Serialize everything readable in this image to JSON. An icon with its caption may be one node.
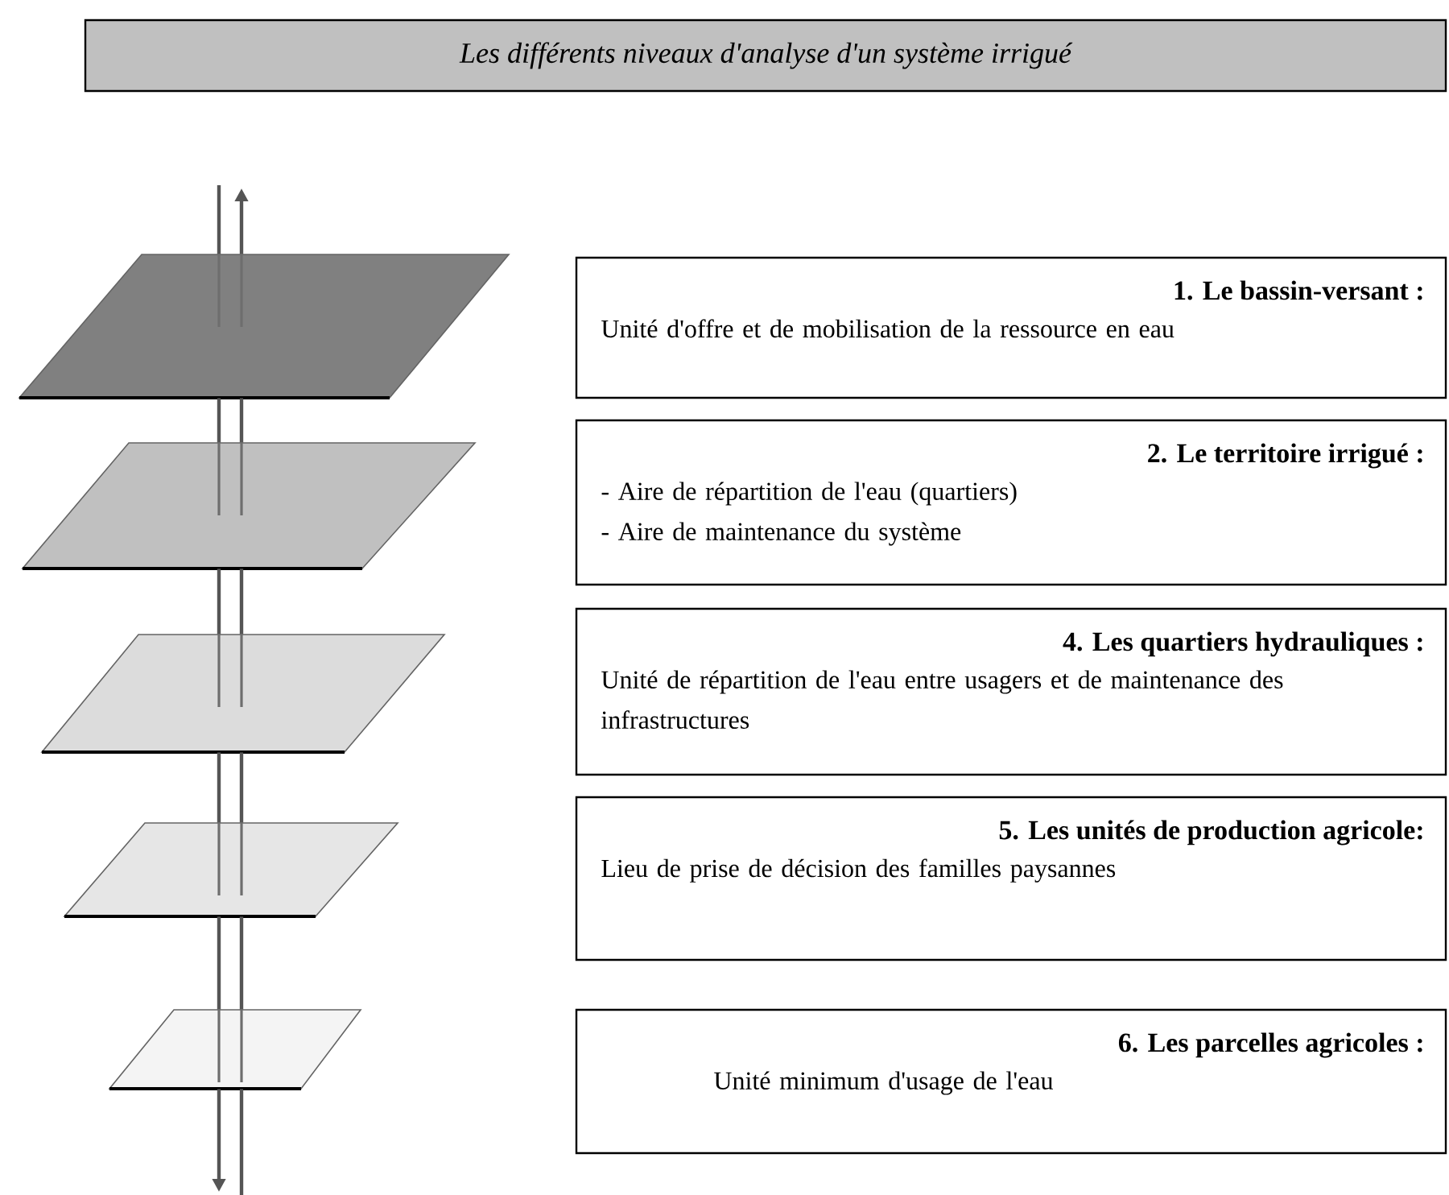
{
  "diagram": {
    "title": "Les différents niveaux d'analyse d'un système irrigué",
    "nodes": [
      {
        "text": [],
        "shape": "parallelogram"
      },
      {
        "text": [],
        "shape": "parallelogram"
      },
      {
        "text": [],
        "shape": "parallelogram"
      },
      {
        "text": [],
        "shape": "parallelogram"
      },
      {
        "text": [],
        "shape": "parallelogram"
      },
      {
        "text": [
          "1. Le bassin-versant :",
          "Unité d'offre et de mobilisation de la ressource en eau"
        ]
      },
      {
        "text": [
          "2. Le territoire irrigué :",
          "- Aire de répartition de l'eau (quartiers)",
          "- Aire de maintenance du système"
        ]
      },
      {
        "text": [
          "4. Les quartiers hydrauliques :",
          "Unité de répartition de l'eau entre usagers et de maintenance des infrastructures"
        ]
      },
      {
        "text": [
          "5. Les unités de production agricole:",
          "Lieu de prise de décision des familles paysannes"
        ]
      },
      {
        "text": [
          "6. Les parcelles agricoles :",
          "Unité minimum d'usage de l'eau"
        ]
      }
    ],
    "edges": [
      {
        "from": null,
        "to": 0,
        "arrow": "none"
      },
      {
        "from": 0,
        "to": null,
        "arrow": "to"
      },
      {
        "from": 0,
        "to": 1,
        "arrow": "none"
      },
      {
        "from": 0,
        "to": 1,
        "arrow": "none"
      },
      {
        "from": 1,
        "to": 2,
        "arrow": "none"
      },
      {
        "from": 1,
        "to": 2,
        "arrow": "none"
      },
      {
        "from": 2,
        "to": 3,
        "arrow": "none"
      },
      {
        "from": 2,
        "to": 3,
        "arrow": "none"
      },
      {
        "from": 3,
        "to": 4,
        "arrow": "none"
      },
      {
        "from": 3,
        "to": 4,
        "arrow": "none"
      },
      {
        "from": 4,
        "to": null,
        "arrow": "to"
      },
      {
        "from": null,
        "to": 4,
        "arrow": "none"
      }
    ]
  }
}
